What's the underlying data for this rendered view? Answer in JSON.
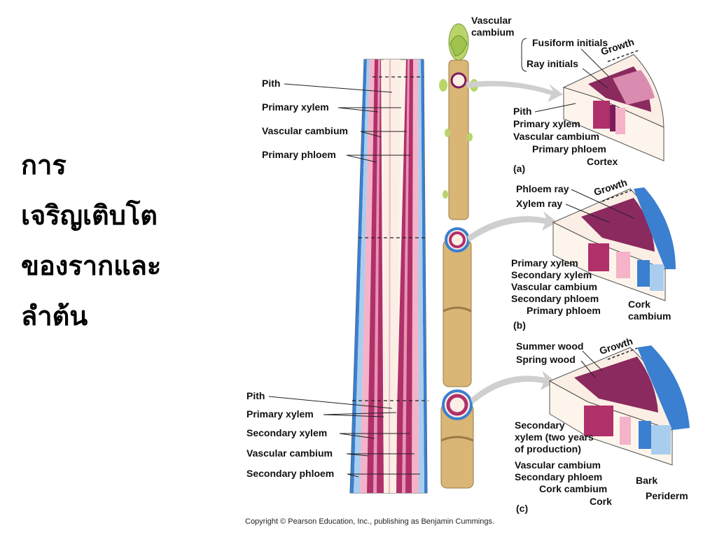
{
  "title_lines": [
    "การ",
    "เจริญเติบโต",
    "ของรากและ",
    "ลำต้น"
  ],
  "labels": {
    "top_left": [
      "Pith",
      "Primary xylem",
      "Vascular cambium",
      "Primary phloem"
    ],
    "bottom_left": [
      "Pith",
      "Primary xylem",
      "Secondary xylem",
      "Vascular cambium",
      "Secondary phloem"
    ],
    "vascular_cambium_header": [
      "Vascular",
      "cambium"
    ],
    "fusiform": "Fusiform initials",
    "ray_initials": "Ray initials",
    "growth": "Growth",
    "panel_a": [
      "Pith",
      "Primary xylem",
      "Vascular cambium",
      "Primary phloem",
      "Cortex"
    ],
    "panel_a_tag": "(a)",
    "panel_b_top": [
      "Phloem ray",
      "Xylem ray"
    ],
    "panel_b": [
      "Primary xylem",
      "Secondary xylem",
      "Vascular cambium",
      "Secondary phloem",
      "Primary phloem"
    ],
    "cork_cambium_b": [
      "Cork",
      "cambium"
    ],
    "panel_b_tag": "(b)",
    "panel_c_top": [
      "Summer wood",
      "Spring wood"
    ],
    "panel_c": [
      "Secondary",
      "xylem (two years",
      "of production)",
      "Vascular cambium",
      "Secondary phloem",
      "Cork cambium",
      "Cork"
    ],
    "bark": "Bark",
    "periderm": "Periderm",
    "panel_c_tag": "(c)"
  },
  "copyright": "Copyright © Pearson Education, Inc., publishing as Benjamin Cummings.",
  "colors": {
    "pith": "#fbeee4",
    "xylem": "#b0306a",
    "cambium": "#7d1c5a",
    "phloem_pink": "#f4b3c9",
    "blue": "#3a7fd0",
    "stem": "#d9b676"
  }
}
